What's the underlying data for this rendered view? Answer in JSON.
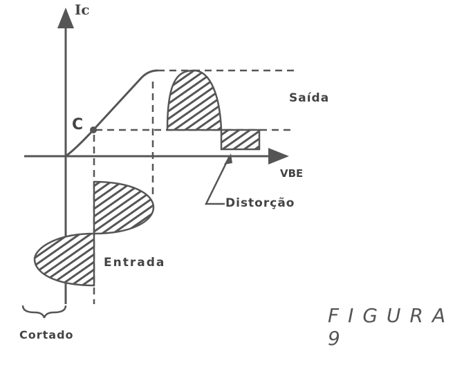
{
  "labels": {
    "y_axis": "Ic",
    "x_axis": "VBE",
    "point": "C",
    "output": "Saída",
    "distortion": "Distorção",
    "input": "Entrada",
    "cutoff": "Cortado",
    "figure": "FIGURA 9"
  },
  "colors": {
    "ink": "#555555"
  }
}
